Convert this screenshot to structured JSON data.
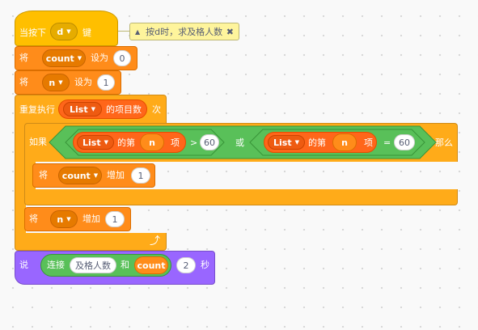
{
  "hat": {
    "label": "当按下",
    "key": "d",
    "suffix": "键"
  },
  "comment": {
    "text": "按d时，求及格人数",
    "toggle": "▲",
    "close": "✖"
  },
  "set_count": {
    "prefix": "将",
    "var": "count",
    "mid": "设为",
    "value": "0"
  },
  "set_n": {
    "prefix": "将",
    "var": "n",
    "mid": "设为",
    "value": "1"
  },
  "repeat": {
    "prefix": "重复执行",
    "list": "List",
    "mid": "的项目数",
    "suffix": "次"
  },
  "if_block": {
    "prefix": "如果",
    "left": {
      "list": "List",
      "item_prefix": "的第",
      "index_var": "n",
      "item_suffix": "项",
      "op": ">",
      "value": "60"
    },
    "connector": "或",
    "right": {
      "list": "List",
      "item_prefix": "的第",
      "index_var": "n",
      "item_suffix": "项",
      "op": "=",
      "value": "60"
    },
    "suffix": "那么"
  },
  "change_count": {
    "prefix": "将",
    "var": "count",
    "mid": "增加",
    "value": "1"
  },
  "change_n": {
    "prefix": "将",
    "var": "n",
    "mid": "增加",
    "value": "1"
  },
  "loop_arrow": "⤴",
  "say": {
    "prefix": "说",
    "join_label": "连接",
    "join_a": "及格人数",
    "join_mid": "和",
    "join_b": "count",
    "seconds": "2",
    "suffix": "秒"
  },
  "colors": {
    "events": "#ffbf00",
    "control": "#ffab19",
    "variables": "#ff8c1a",
    "lists": "#ff661a",
    "operators": "#59c059",
    "looks": "#9966ff",
    "comment": "#fef49c"
  }
}
